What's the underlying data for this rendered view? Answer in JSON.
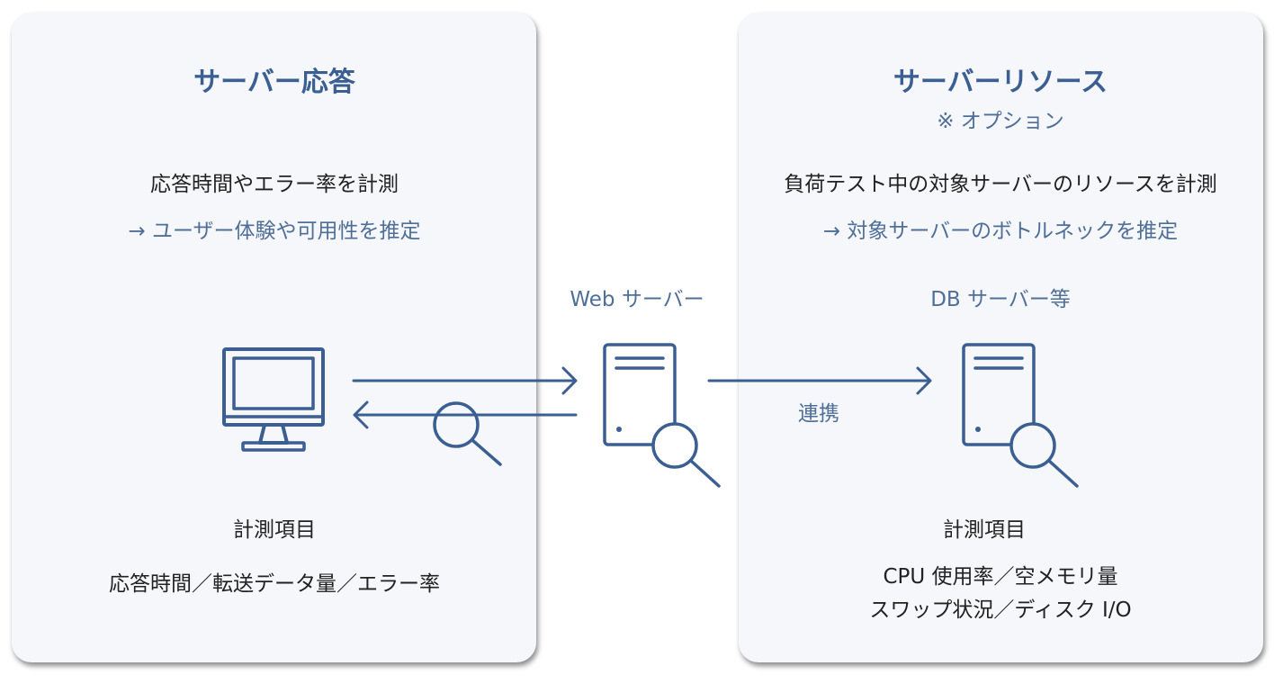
{
  "left_panel": {
    "title": "サーバー応答",
    "description": "応答時間やエラー率を計測",
    "note": "→ ユーザー体験や可用性を推定",
    "metrics_heading": "計測項目",
    "metrics": "応答時間／転送データ量／エラー率"
  },
  "right_panel": {
    "title": "サーバーリソース",
    "subtitle": "※ オプション",
    "description": "負荷テスト中の対象サーバーのリソースを計測",
    "note": "→ 対象サーバーのボトルネックを推定",
    "server_label": "DB サーバー等",
    "metrics_heading": "計測項目",
    "metrics_line1": "CPU 使用率／空メモリ量",
    "metrics_line2": "スワップ状況／ディスク I/O"
  },
  "center": {
    "server_label": "Web サーバー",
    "link_label": "連携"
  },
  "icons": [
    "monitor-icon",
    "web-server-icon",
    "db-server-icon",
    "magnifier-icon"
  ],
  "colors": {
    "accent": "#3b5f92",
    "panel_bg": "#f5f7fa"
  }
}
